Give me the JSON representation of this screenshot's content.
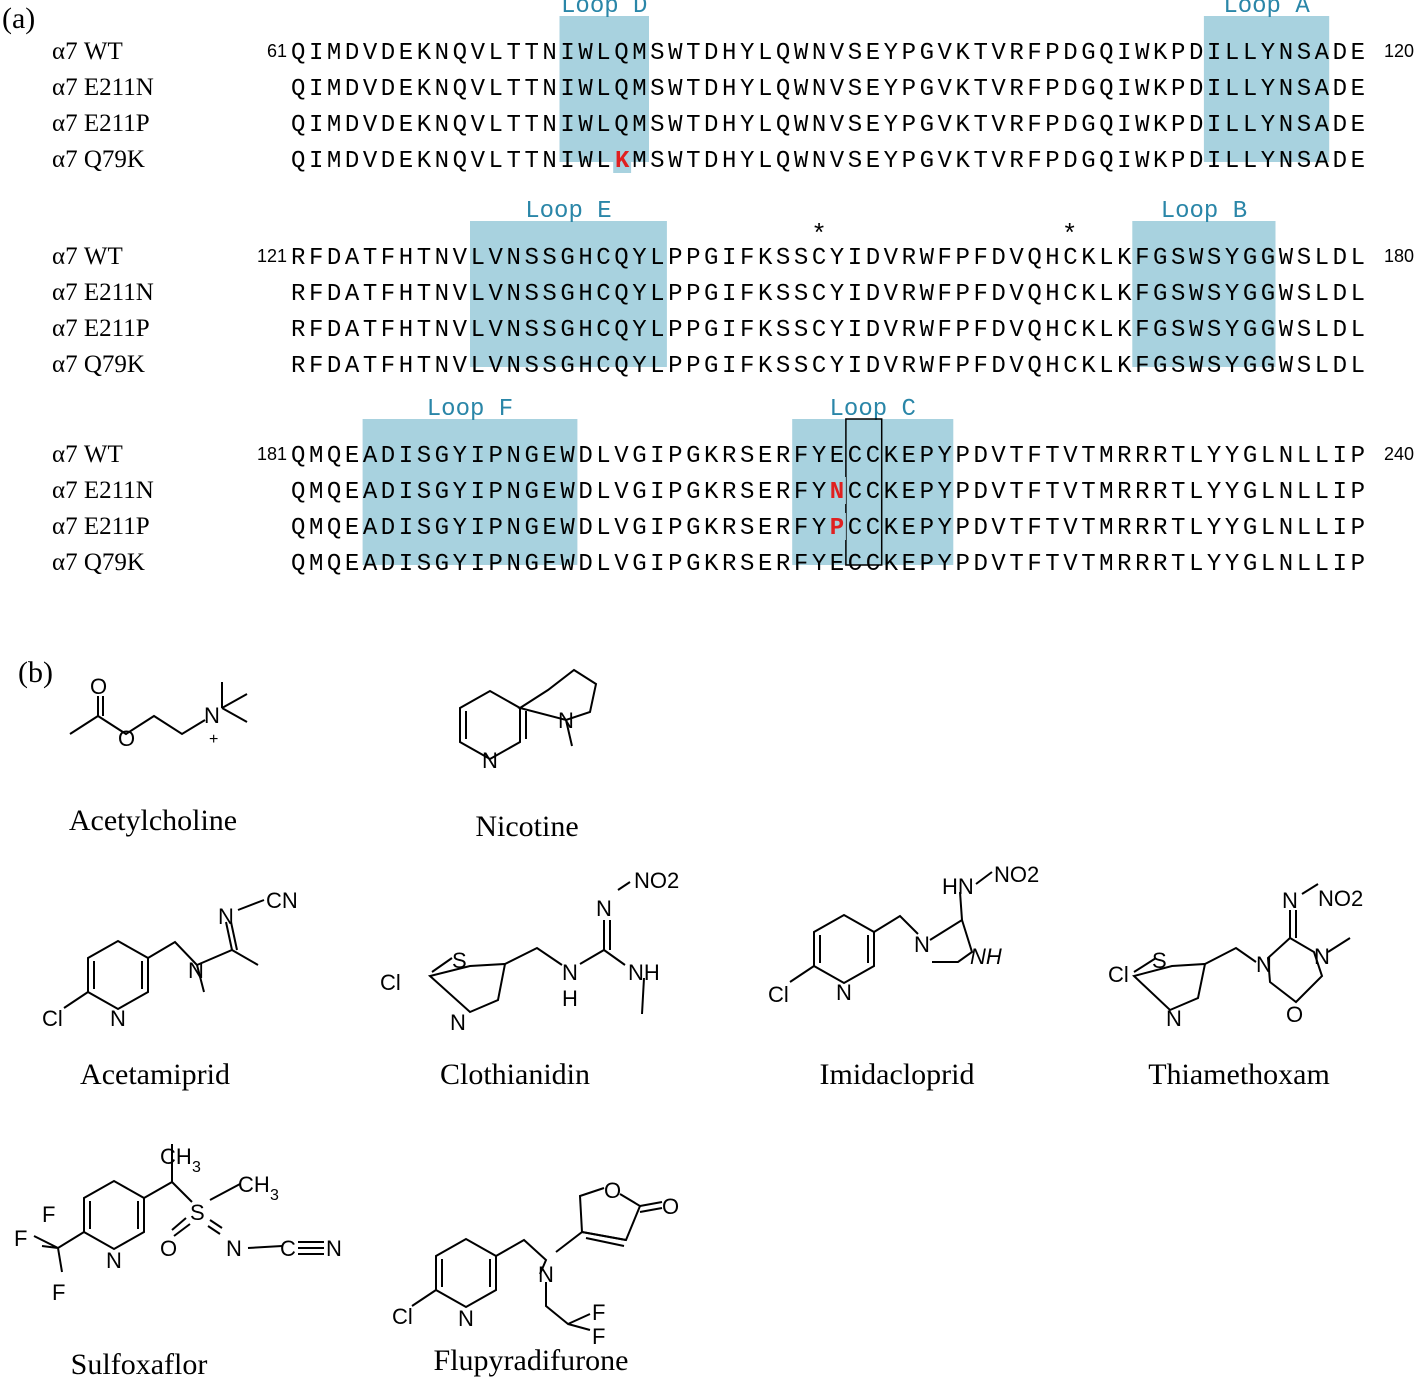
{
  "panel_labels": {
    "a": "(a)",
    "b": "(b)"
  },
  "alignment": {
    "blocks": [
      {
        "start": "61",
        "end": "120",
        "rows": [
          {
            "label": "α7 WT",
            "seq": "QIMDVDEKNQVLTTNIWLQMSWTDHYLQWNVSEYPGVKTVRFPDGQIWKPDILLYNSADE"
          },
          {
            "label": "α7 E211N",
            "seq": "QIMDVDEKNQVLTTNIWLQMSWTDHYLQWNVSEYPGVKTVRFPDGQIWKPDILLYNSADE"
          },
          {
            "label": "α7 E211P",
            "seq": "QIMDVDEKNQVLTTNIWLQMSWTDHYLQWNVSEYPGVKTVRFPDGQIWKPDILLYNSADE"
          },
          {
            "label": "α7 Q79K",
            "seq": "QIMDVDEKNQVLTTNIWLKMSWTDHYLQWNVSEYPGVKTVRFPDGQIWKPDILLYNSADE"
          }
        ],
        "loops": [
          {
            "name": "Loop D",
            "from": 15,
            "to": 20
          },
          {
            "name": "Loop A",
            "from": 51,
            "to": 58
          }
        ],
        "mutations": [
          {
            "row": 3,
            "col": 18,
            "letter": "K"
          }
        ],
        "stars": [],
        "boxes": []
      },
      {
        "start": "121",
        "end": "180",
        "rows": [
          {
            "label": "α7 WT",
            "seq": "RFDATFHTNVLVNSSGHCQYLPPGIFKSSCYIDVRWFPFDVQHCKLKFGSWSYGGWSLDL"
          },
          {
            "label": "α7 E211N",
            "seq": "RFDATFHTNVLVNSSGHCQYLPPGIFKSSCYIDVRWFPFDVQHCKLKFGSWSYGGWSLDL"
          },
          {
            "label": "α7 E211P",
            "seq": "RFDATFHTNVLVNSSGHCQYLPPGIFKSSCYIDVRWFPFDVQHCKLKFGSWSYGGWSLDL"
          },
          {
            "label": "α7 Q79K",
            "seq": "RFDATFHTNVLVNSSGHCQYLPPGIFKSSCYIDVRWFPFDVQHCKLKFGSWSYGGWSLDL"
          }
        ],
        "loops": [
          {
            "name": "Loop E",
            "from": 10,
            "to": 21
          },
          {
            "name": "Loop B",
            "from": 47,
            "to": 55
          }
        ],
        "mutations": [],
        "stars": [
          {
            "col": 29,
            "symbol": "*"
          },
          {
            "col": 43,
            "symbol": "*"
          }
        ],
        "boxes": []
      },
      {
        "start": "181",
        "end": "240",
        "rows": [
          {
            "label": "α7 WT",
            "seq": "QMQEADISGYIPNGEWDLVGIPGKRSERFYECCKEPYPDVTFTVTMRRRTLYYGLNLLIP"
          },
          {
            "label": "α7 E211N",
            "seq": "QMQEADISGYIPNGEWDLVGIPGKRSERFYNCCKEPYPDVTFTVTMRRRTLYYGLNLLIP"
          },
          {
            "label": "α7 E211P",
            "seq": "QMQEADISGYIPNGEWDLVGIPGKRSERFYPCCKEPYPDVTFTVTMRRRTLYYGLNLLIP"
          },
          {
            "label": "α7 Q79K",
            "seq": "QMQEADISGYIPNGEWDLVGIPGKRSERFYECCKEPYPDVTFTVTMRRRTLYYGLNLLIP"
          }
        ],
        "loops": [
          {
            "name": "Loop F",
            "from": 4,
            "to": 16
          },
          {
            "name": "Loop C",
            "from": 28,
            "to": 37
          }
        ],
        "mutations": [
          {
            "row": 1,
            "col": 30,
            "letter": "N"
          },
          {
            "row": 2,
            "col": 30,
            "letter": "P"
          }
        ],
        "stars": [],
        "boxes": [
          {
            "from": 31,
            "to": 33
          }
        ]
      }
    ]
  },
  "molecules": [
    {
      "key": "ach",
      "name": "Acetylcholine",
      "atoms": {
        "o1": "O",
        "o2": "O",
        "n": "N",
        "plus": "+"
      }
    },
    {
      "key": "nic",
      "name": "Nicotine",
      "atoms": {
        "n1": "N",
        "n2": "N"
      }
    },
    {
      "key": "ace",
      "name": "Acetamiprid",
      "atoms": {
        "cl": "Cl",
        "n1": "N",
        "n2": "N",
        "n3": "N",
        "cn": "CN"
      }
    },
    {
      "key": "clo",
      "name": "Clothianidin",
      "atoms": {
        "cl": "Cl",
        "s": "S",
        "n1": "N",
        "nh1": "N",
        "h1": "H",
        "nh2": "NH",
        "n2": "N",
        "no2": "NO2"
      }
    },
    {
      "key": "imi",
      "name": "Imidacloprid",
      "atoms": {
        "cl": "Cl",
        "n1": "N",
        "n2": "N",
        "nh1": "NH",
        "hn": "HN",
        "no2": "NO2"
      }
    },
    {
      "key": "thi",
      "name": "Thiamethoxam",
      "atoms": {
        "cl": "Cl",
        "s": "S",
        "n1": "N",
        "n2": "N",
        "n3": "N",
        "o": "O",
        "n4": "N",
        "no2": "NO2"
      }
    },
    {
      "key": "sul",
      "name": "Sulfoxaflor",
      "atoms": {
        "f1": "F",
        "f2": "F",
        "f3": "F",
        "n1": "N",
        "s": "S",
        "o": "O",
        "n2": "N",
        "c": "C",
        "n3": "N",
        "ch3a": "CH",
        "sub3a": "3",
        "ch3b": "CH",
        "sub3b": "3"
      }
    },
    {
      "key": "flu",
      "name": "Flupyradifurone",
      "atoms": {
        "cl": "Cl",
        "n1": "N",
        "n2": "N",
        "o1": "O",
        "o2": "O",
        "f1": "F",
        "f2": "F"
      }
    }
  ]
}
